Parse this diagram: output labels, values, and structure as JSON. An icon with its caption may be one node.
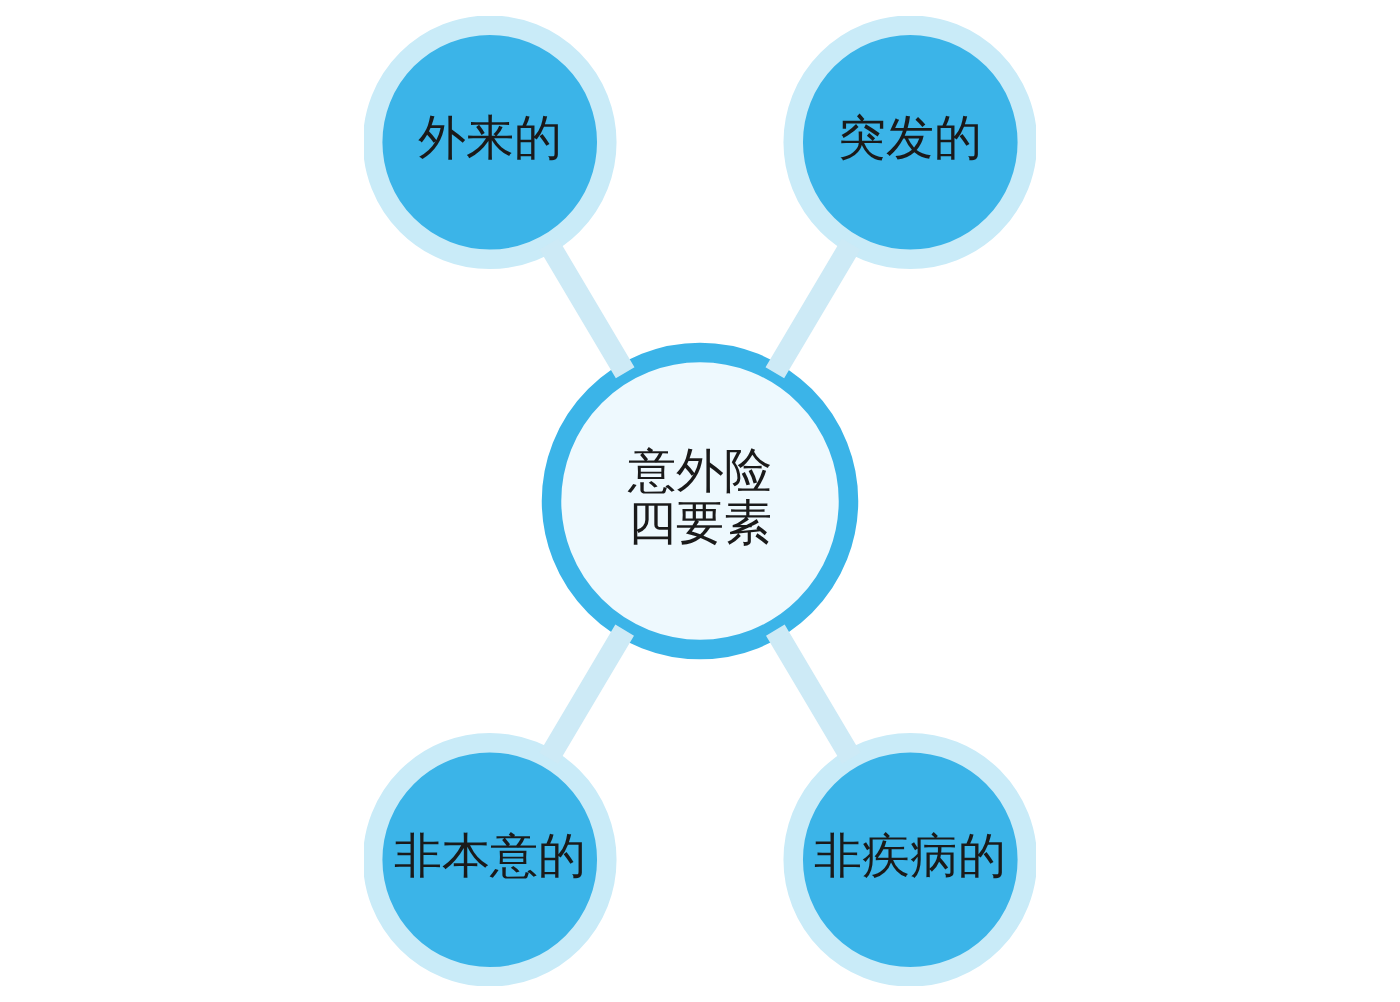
{
  "diagram": {
    "nodes": [
      {
        "text": [
          "外来的"
        ]
      },
      {
        "text": [
          "突发的"
        ]
      },
      {
        "text": [
          "意外险四要素"
        ]
      },
      {
        "text": [
          "非本意的"
        ]
      },
      {
        "text": [
          "非疾病的"
        ]
      }
    ],
    "edges": [
      {
        "from": 0,
        "to": 2,
        "arrow": "none"
      },
      {
        "from": 1,
        "to": 2,
        "arrow": "none"
      },
      {
        "from": 2,
        "to": 3,
        "arrow": "none"
      },
      {
        "from": 2,
        "to": 4,
        "arrow": "none"
      }
    ]
  }
}
